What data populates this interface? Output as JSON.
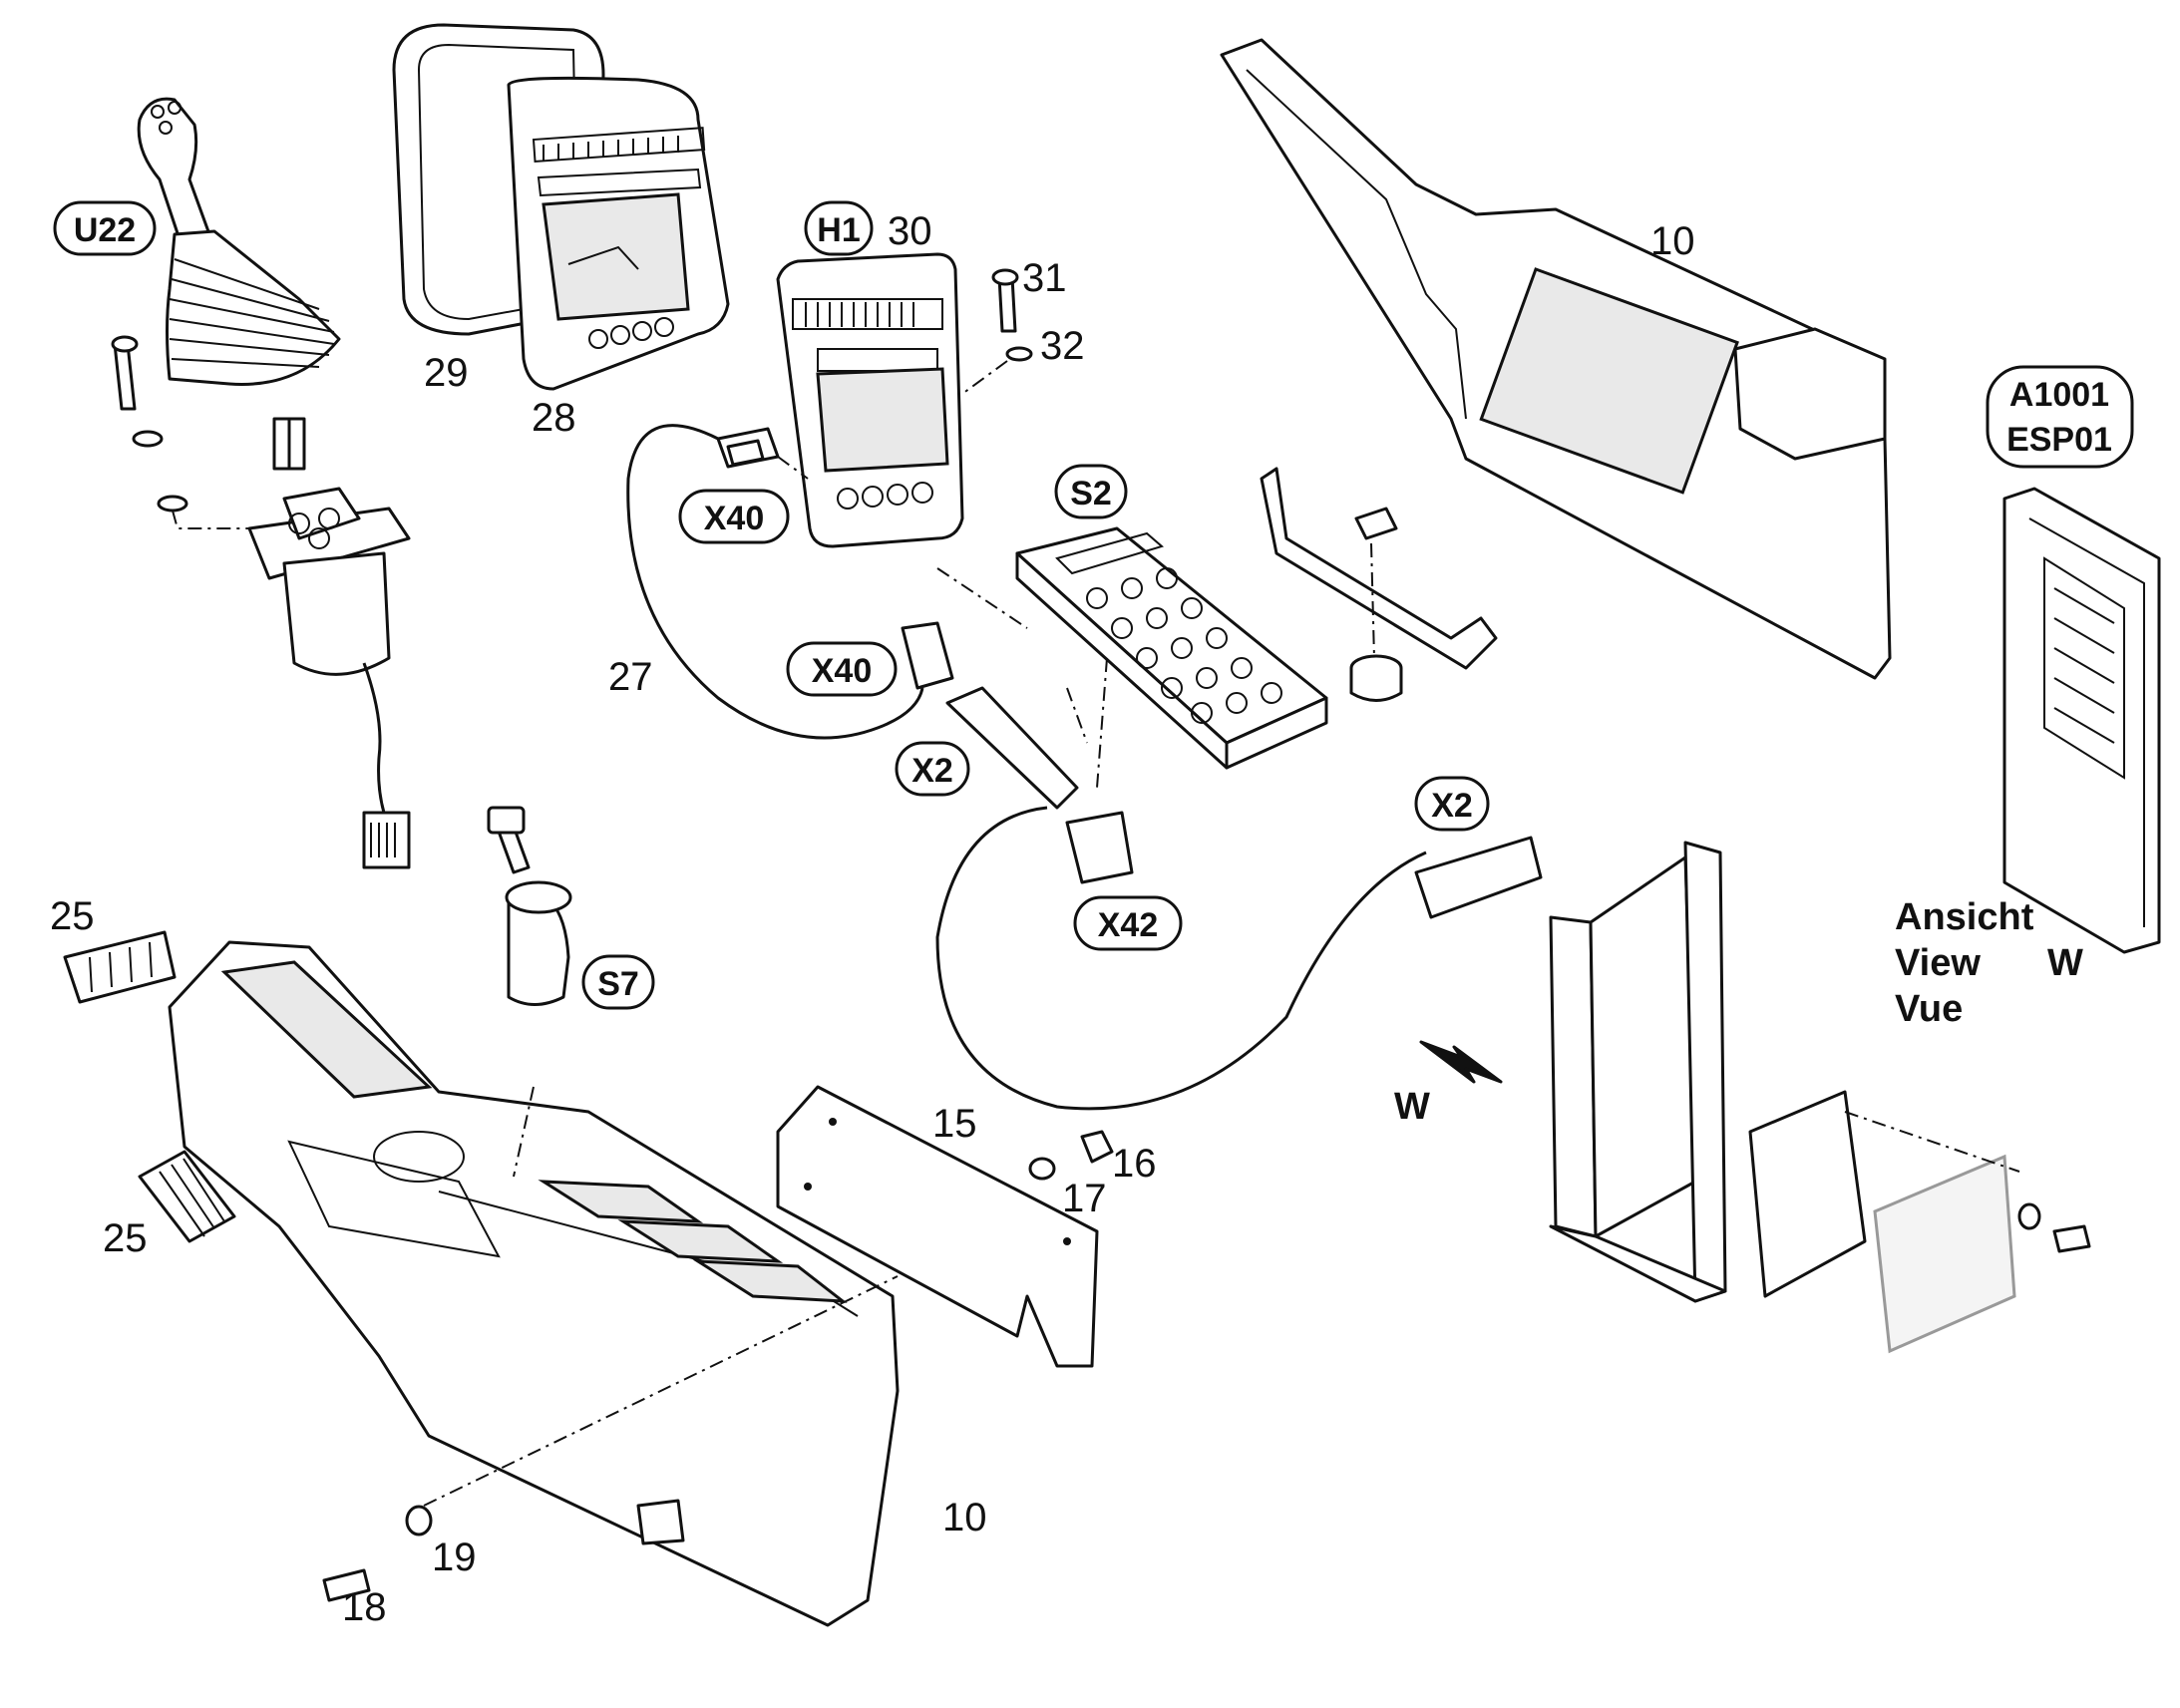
{
  "part_numbers": {
    "n10_top": "10",
    "n10_bottom": "10",
    "n15": "15",
    "n16": "16",
    "n17": "17",
    "n18": "18",
    "n19": "19",
    "n25_top": "25",
    "n25_bottom": "25",
    "n27": "27",
    "n28": "28",
    "n29": "29",
    "n30": "30",
    "n31": "31",
    "n32": "32"
  },
  "tags": {
    "u22": "U22",
    "h1": "H1",
    "x40_upper": "X40",
    "x40_lower": "X40",
    "s2": "S2",
    "x2_left": "X2",
    "x2_right": "X2",
    "x42": "X42",
    "s7": "S7",
    "a1001": "A1001",
    "esp01": "ESP01"
  },
  "view_labels": {
    "ansicht": "Ansicht",
    "view": "View",
    "vue": "Vue",
    "w_side": "W",
    "w_arrow": "W"
  }
}
